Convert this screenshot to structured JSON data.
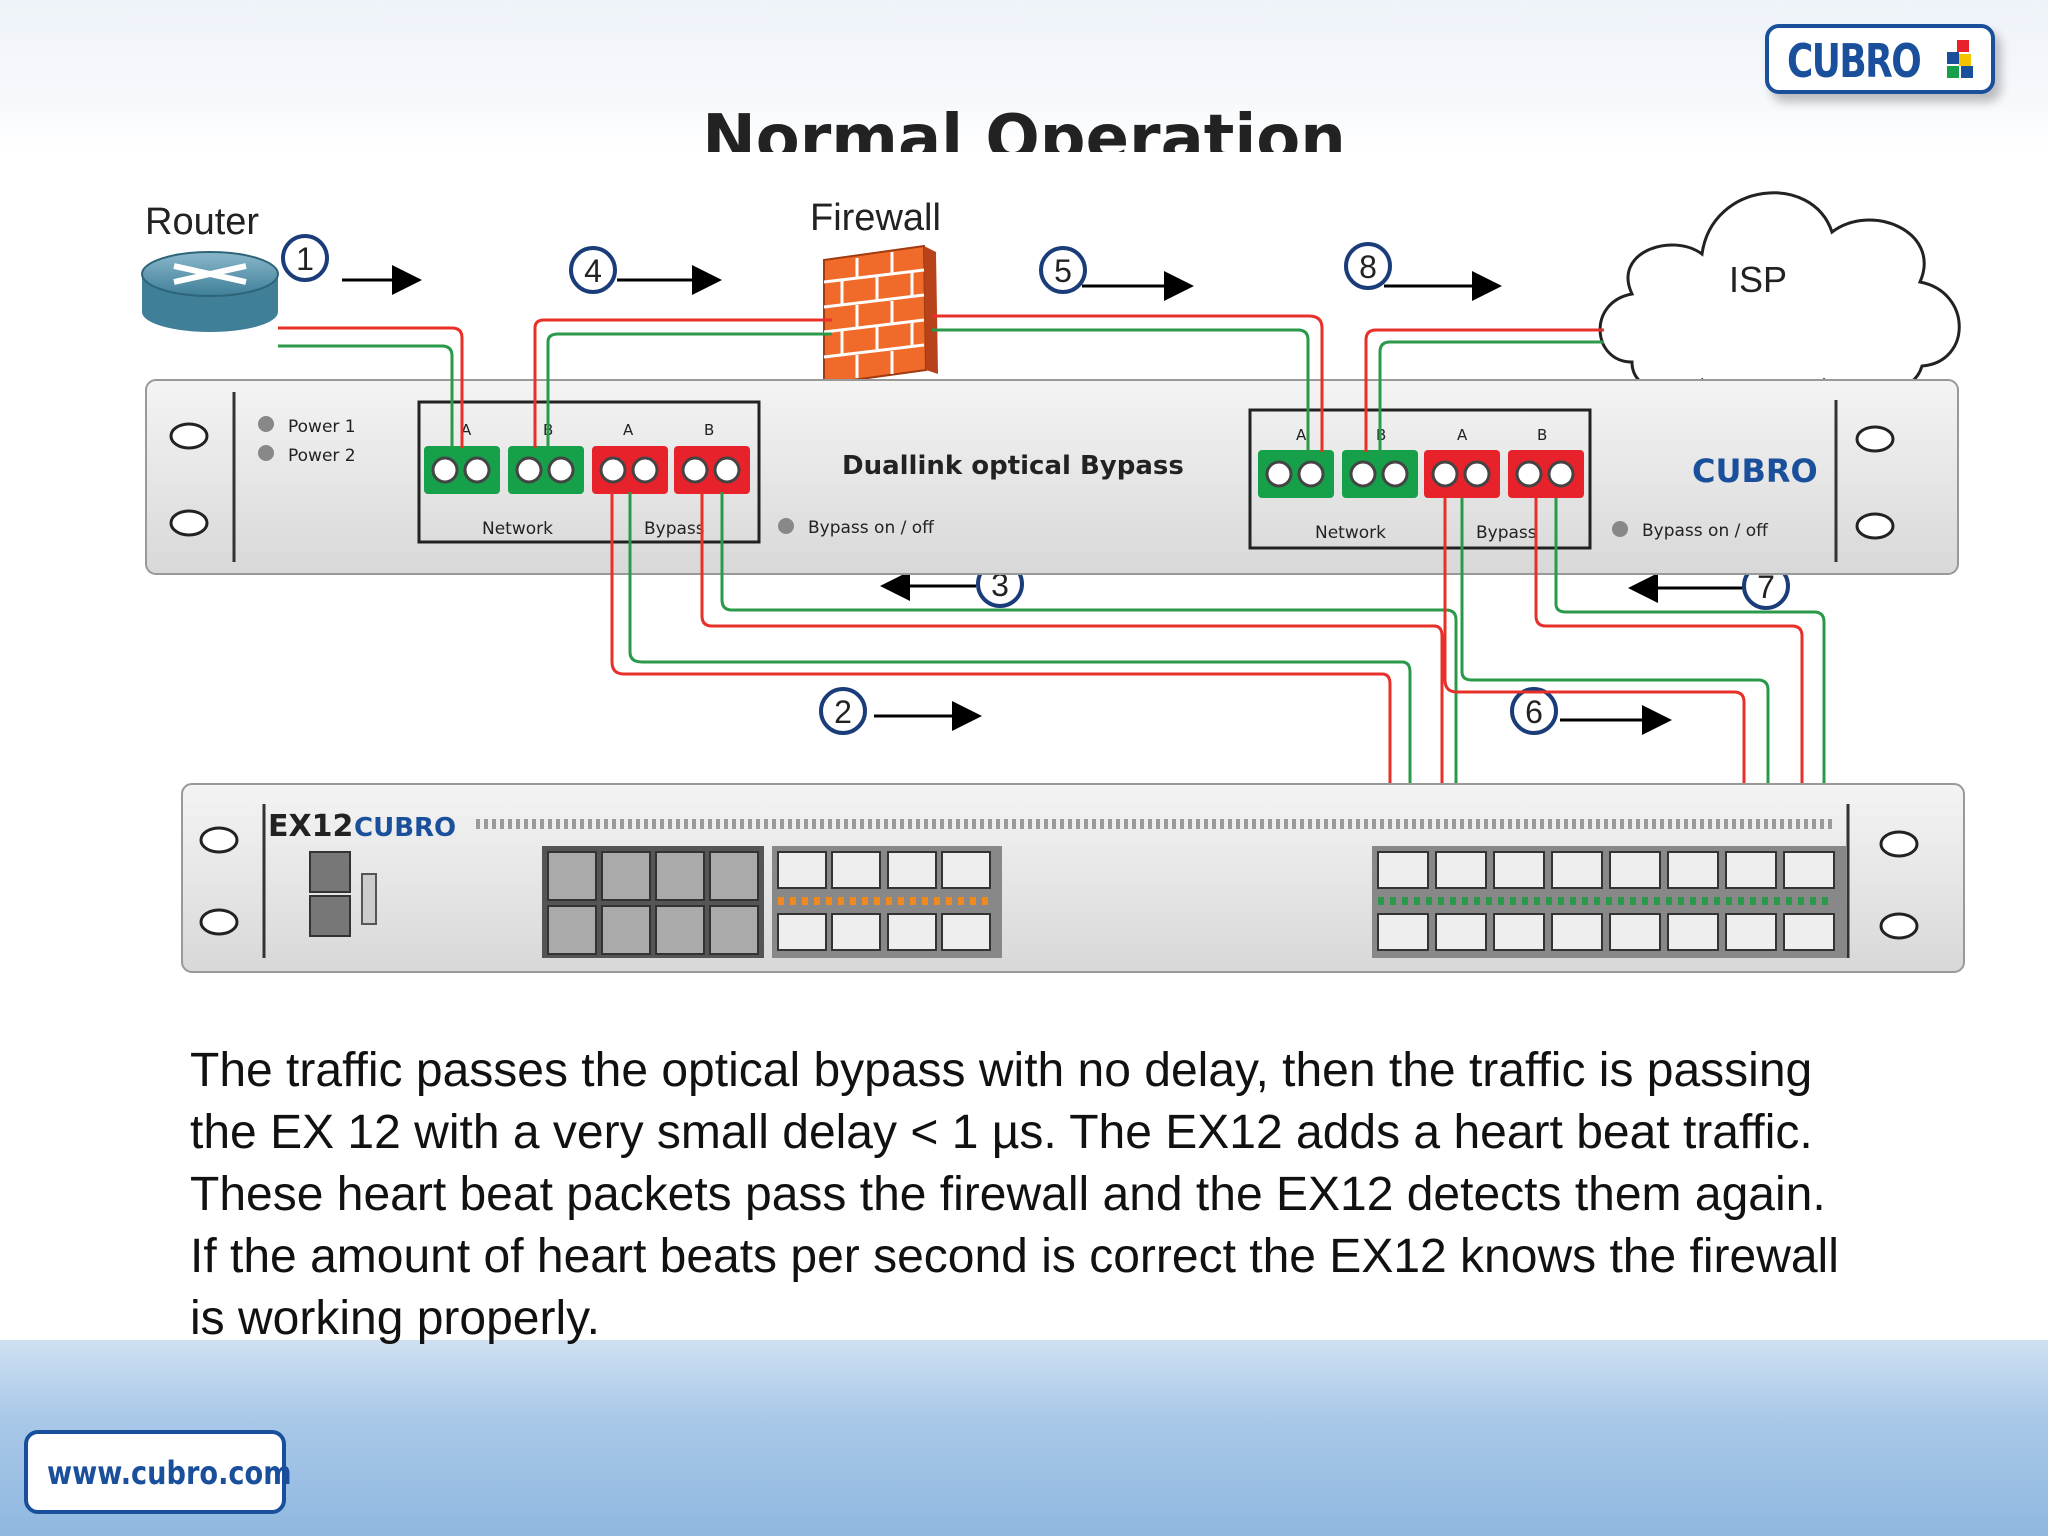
{
  "title": "Normal Operation",
  "brand": "CUBRO",
  "website": "www.cubro.com",
  "nodes": {
    "router": "Router",
    "firewall": "Firewall",
    "isp": "ISP"
  },
  "bypass_unit": {
    "name": "Duallink optical Bypass",
    "power1": "Power 1",
    "power2": "Power 2",
    "network_label": "Network",
    "bypass_label": "Bypass",
    "bypass_switch": "Bypass on / off",
    "port_a": "A",
    "port_b": "B"
  },
  "ex12": {
    "model": "EX12"
  },
  "steps": [
    "1",
    "2",
    "3",
    "4",
    "5",
    "6",
    "7",
    "8"
  ],
  "caption_lines": [
    "The traffic passes the optical bypass with no delay, then the traffic is passing",
    "the EX 12 with a very small delay < 1 µs. The EX12 adds a heart beat traffic.",
    "These heart beat packets pass the firewall and the EX12 detects them again.",
    "If the amount of heart beats per second is correct the EX12 knows the firewall",
    "is working properly."
  ],
  "colors": {
    "brand_blue": "#1a4f9c",
    "fiber_red": "#e8302a",
    "fiber_green": "#2a9a4a",
    "port_green": "#16a04a",
    "port_red": "#e8222a",
    "firewall_orange": "#f06a2a"
  }
}
